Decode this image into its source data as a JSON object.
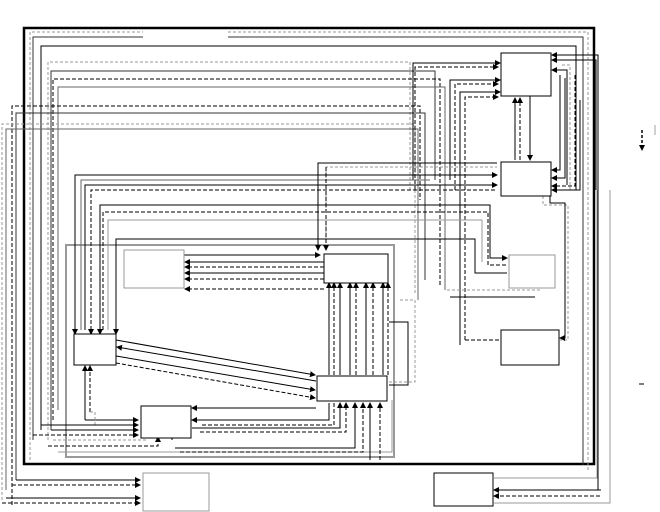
{
  "diagram": {
    "type": "block-flow-diagram",
    "title": "",
    "legend": {
      "solid_arrow": "",
      "dashed_arrow": ""
    },
    "nodes": [
      {
        "id": "A",
        "label": "",
        "group": "outer"
      },
      {
        "id": "B",
        "label": "",
        "group": "outer"
      },
      {
        "id": "C",
        "label": "",
        "group": "outer"
      },
      {
        "id": "D",
        "label": "",
        "group": "outer"
      },
      {
        "id": "E",
        "label": "",
        "group": "inner"
      },
      {
        "id": "F",
        "label": "",
        "group": "inner"
      },
      {
        "id": "G",
        "label": "",
        "group": "inner"
      },
      {
        "id": "H",
        "label": "",
        "group": "inner"
      },
      {
        "id": "I",
        "label": "",
        "group": "inner"
      },
      {
        "id": "J",
        "label": "",
        "group": "external"
      },
      {
        "id": "K",
        "label": "",
        "group": "external"
      }
    ],
    "edges": [
      {
        "from": "B",
        "to": "A",
        "style": "solid"
      },
      {
        "from": "A",
        "to": "B",
        "style": "solid"
      },
      {
        "from": "B",
        "to": "A",
        "style": "dashed"
      },
      {
        "from": "F",
        "to": "A",
        "style": "solid"
      },
      {
        "from": "F",
        "to": "A",
        "style": "dashed"
      },
      {
        "from": "G",
        "to": "A",
        "style": "solid"
      },
      {
        "from": "G",
        "to": "A",
        "style": "dashed"
      },
      {
        "from": "H",
        "to": "A",
        "style": "solid"
      },
      {
        "from": "I",
        "to": "A",
        "style": "solid"
      },
      {
        "from": "D",
        "to": "A",
        "style": "dashed"
      },
      {
        "from": "A",
        "to": "B",
        "style": "solid"
      },
      {
        "from": "G",
        "to": "B",
        "style": "solid"
      },
      {
        "from": "G",
        "to": "B",
        "style": "dashed"
      },
      {
        "from": "H",
        "to": "B",
        "style": "solid"
      },
      {
        "from": "I",
        "to": "B",
        "style": "solid"
      },
      {
        "from": "C",
        "to": "B",
        "style": "solid"
      },
      {
        "from": "C",
        "to": "B",
        "style": "dashed"
      },
      {
        "from": "D",
        "to": "B",
        "style": "solid"
      },
      {
        "from": "B",
        "to": "C",
        "style": "dashed"
      },
      {
        "from": "G",
        "to": "C",
        "style": "solid"
      },
      {
        "from": "H",
        "to": "C",
        "style": "solid"
      },
      {
        "from": "B",
        "to": "D",
        "style": "solid"
      },
      {
        "from": "B",
        "to": "D",
        "style": "dashed"
      },
      {
        "from": "F",
        "to": "E",
        "style": "solid"
      },
      {
        "from": "F",
        "to": "E",
        "style": "dashed"
      },
      {
        "from": "F",
        "to": "E",
        "style": "solid"
      },
      {
        "from": "F",
        "to": "E",
        "style": "dashed"
      },
      {
        "from": "E",
        "to": "F",
        "style": "solid"
      },
      {
        "from": "B",
        "to": "F",
        "style": "solid"
      },
      {
        "from": "B",
        "to": "F",
        "style": "dashed"
      },
      {
        "from": "H",
        "to": "F",
        "style": "solid"
      },
      {
        "from": "H",
        "to": "F",
        "style": "dashed"
      },
      {
        "from": "H",
        "to": "F",
        "style": "solid"
      },
      {
        "from": "H",
        "to": "F",
        "style": "dashed"
      },
      {
        "from": "A",
        "to": "G",
        "style": "solid"
      },
      {
        "from": "A",
        "to": "G",
        "style": "dashed"
      },
      {
        "from": "B",
        "to": "G",
        "style": "solid"
      },
      {
        "from": "B",
        "to": "G",
        "style": "dashed"
      },
      {
        "from": "G",
        "to": "H",
        "style": "solid"
      },
      {
        "from": "H",
        "to": "G",
        "style": "solid"
      },
      {
        "from": "G",
        "to": "H",
        "style": "solid"
      },
      {
        "from": "G",
        "to": "H",
        "style": "dashed"
      },
      {
        "from": "A",
        "to": "I",
        "style": "solid"
      },
      {
        "from": "B",
        "to": "I",
        "style": "solid"
      },
      {
        "from": "C",
        "to": "I",
        "style": "solid"
      },
      {
        "from": "I",
        "to": "H",
        "style": "solid"
      },
      {
        "from": "H",
        "to": "I",
        "style": "solid"
      },
      {
        "from": "H",
        "to": "I",
        "style": "dashed"
      },
      {
        "from": "G",
        "to": "I",
        "style": "solid"
      },
      {
        "from": "G",
        "to": "I",
        "style": "dashed"
      },
      {
        "from": "A",
        "to": "J",
        "style": "solid"
      },
      {
        "from": "A",
        "to": "J",
        "style": "dashed"
      },
      {
        "from": "B",
        "to": "J",
        "style": "solid"
      },
      {
        "from": "B",
        "to": "J",
        "style": "dashed"
      },
      {
        "from": "A",
        "to": "K",
        "style": "solid"
      },
      {
        "from": "A",
        "to": "K",
        "style": "dashed"
      }
    ]
  }
}
